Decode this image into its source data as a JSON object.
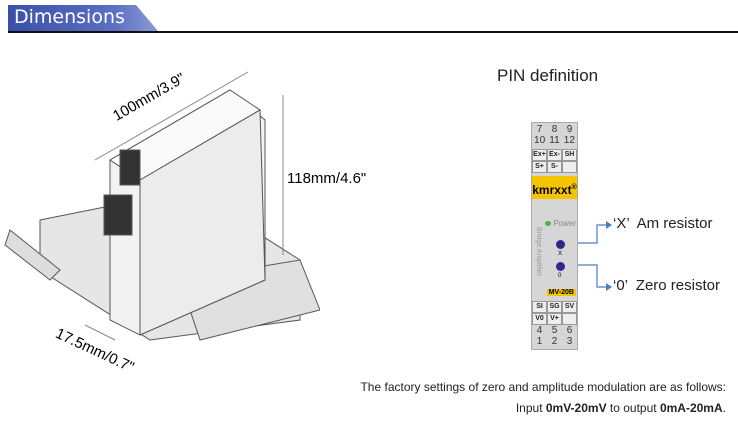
{
  "header": {
    "title": "Dimensions"
  },
  "dimensions": {
    "length": "100mm/3.9\"",
    "height": "118mm/4.6\"",
    "width": "17.5mm/0.7\""
  },
  "pin": {
    "title": "PIN definition",
    "top_numbers_1": [
      "7",
      "8",
      "9"
    ],
    "top_numbers_2": [
      "10",
      "11",
      "12"
    ],
    "top_labels_1": [
      "Ex+",
      "Ex-",
      "SH"
    ],
    "top_labels_2": [
      "S+",
      "S-",
      ""
    ],
    "brand": "kmrxxt",
    "brand_mark": "®",
    "side_text": "Bridge Amplifier",
    "power": "Power",
    "pot_x": "X",
    "pot_0": "0",
    "model": "MV-20B",
    "bottom_labels_1": [
      "SI",
      "SG",
      "SV"
    ],
    "bottom_labels_2": [
      "V0",
      "V+",
      ""
    ],
    "bottom_numbers_1": [
      "4",
      "5",
      "6"
    ],
    "bottom_numbers_2": [
      "1",
      "2",
      "3"
    ],
    "callout_x": "‘X’  Am resistor",
    "callout_0": "‘0’  Zero resistor"
  },
  "notes": {
    "line1": "The factory settings of zero and amplitude modulation are as follows:",
    "line2_pre": "Input ",
    "line2_b1": "0mV-20mV",
    "line2_mid": " to output ",
    "line2_b2": "0mA-20mA",
    "line2_post": "."
  },
  "colors": {
    "header": "#3a4fa8",
    "brand": "#f5c400",
    "arrow": "#4a7cc0"
  }
}
